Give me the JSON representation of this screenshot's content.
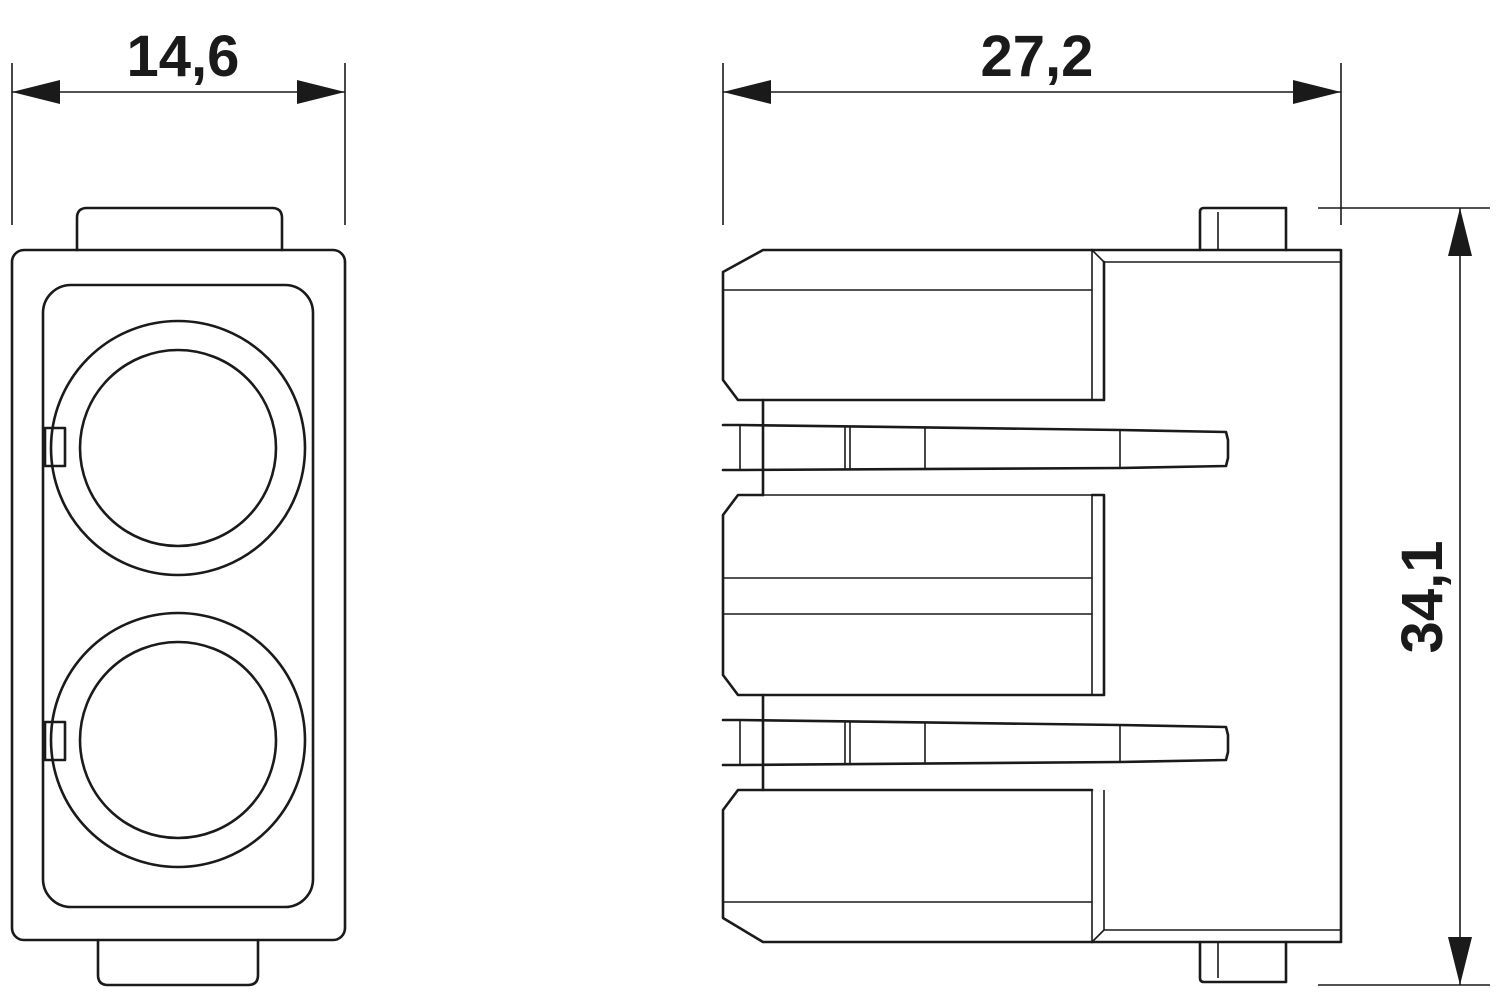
{
  "dimensions": {
    "front_width": "14,6",
    "side_length": "27,2",
    "height": "34,1"
  },
  "colors": {
    "line": "#1a1a1a",
    "background": "#ffffff"
  }
}
